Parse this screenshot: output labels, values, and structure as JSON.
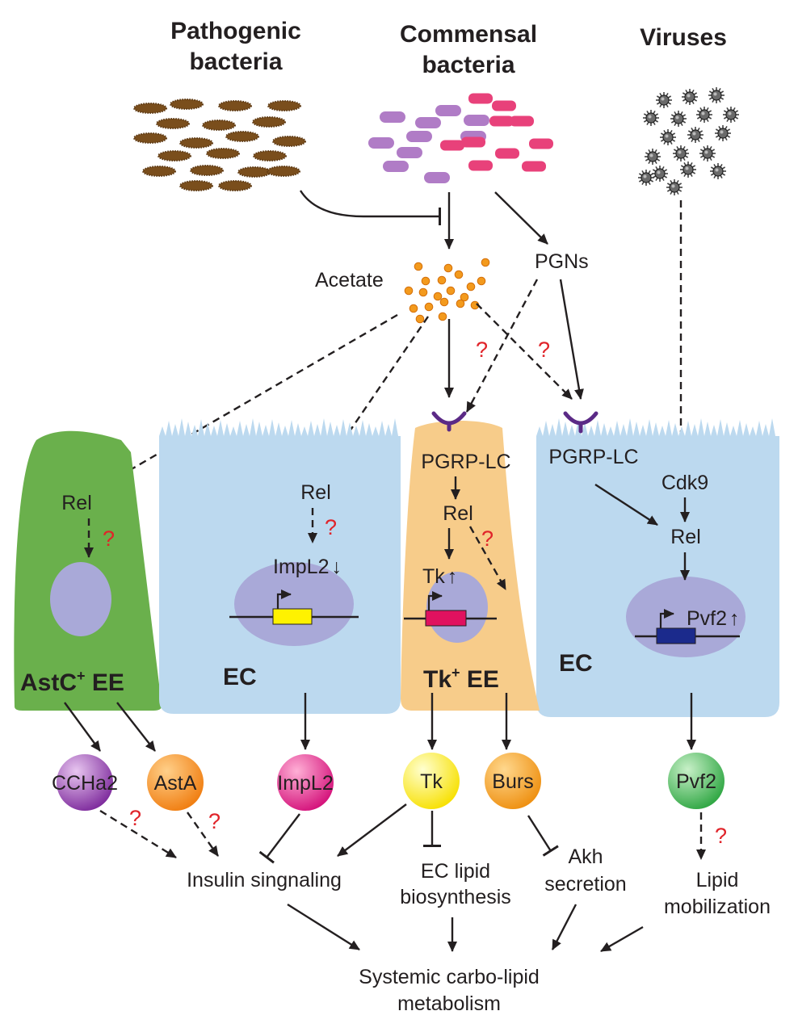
{
  "sources": {
    "pathogenic": [
      "Pathogenic",
      "bacteria"
    ],
    "commensal": [
      "Commensal",
      "bacteria"
    ],
    "viruses": "Viruses"
  },
  "metabolites": {
    "acetate": "Acetate",
    "pgns": "PGNs"
  },
  "question_mark": "?",
  "cells": {
    "astc_ee": {
      "label_main": "AstC",
      "label_sup": "+",
      "label_tail": " EE",
      "rel": "Rel",
      "color": "#6ab04c"
    },
    "ec_left": {
      "label": "EC",
      "rel": "Rel",
      "gene": "ImpL2",
      "gene_arrow": "↓",
      "color": "#bcd9ef"
    },
    "tk_ee": {
      "label_main": "Tk",
      "label_sup": "+",
      "label_tail": " EE",
      "receptor": "PGRP-LC",
      "rel": "Rel",
      "gene": "Tk",
      "gene_arrow": "↑",
      "color": "#f7cc8a"
    },
    "ec_right": {
      "label": "EC",
      "receptor": "PGRP-LC",
      "cdk9": "Cdk9",
      "rel": "Rel",
      "gene": "Pvf2",
      "gene_arrow": "↑",
      "color": "#bcd9ef"
    }
  },
  "hormones": {
    "ccha2": {
      "label": "CCHa2",
      "color": "#9a3fb5"
    },
    "asta": {
      "label": "AstA",
      "color": "#f7941d"
    },
    "impl2": {
      "label": "ImpL2",
      "color": "#e6248a"
    },
    "tk": {
      "label": "Tk",
      "color": "#ffe900"
    },
    "burs": {
      "label": "Burs",
      "color": "#f5a21c"
    },
    "pvf2": {
      "label": "Pvf2",
      "color": "#3fb54a"
    }
  },
  "effects": {
    "insulin": "Insulin singnaling",
    "ec_lipid": [
      "EC lipid",
      "biosynthesis"
    ],
    "akh": [
      "Akh",
      "secretion"
    ],
    "lipid_mob": [
      "Lipid",
      "mobilization"
    ]
  },
  "outcome": [
    "Systemic carbo-lipid",
    "metabolism"
  ],
  "colors": {
    "pathogen": "#7a4e1c",
    "commensal_purple": "#b07cc6",
    "commensal_pink": "#e8417a",
    "acetate": "#f39a1d",
    "virus": "#444444",
    "nucleus": "#a9a9d8",
    "receptor": "#5b2a86",
    "gene_impl2": "#fff200",
    "gene_tk": "#e0115f",
    "gene_pvf2": "#1b2a8c"
  }
}
